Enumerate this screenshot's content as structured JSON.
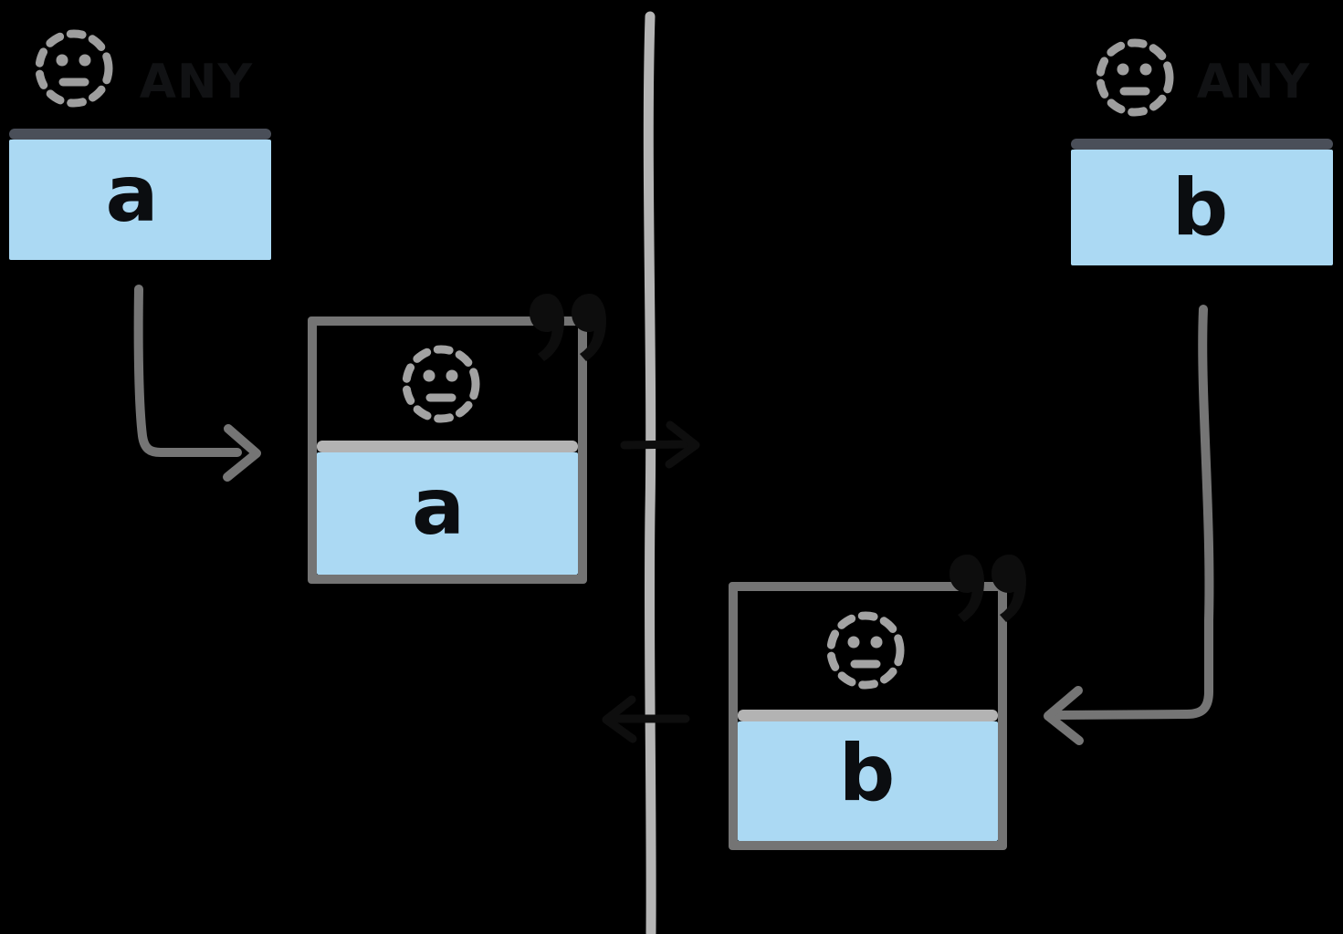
{
  "colors": {
    "background": "#000000",
    "card_blue": "#abd9f3",
    "definition_divider": "#4a4f59",
    "instance_border": "#747474",
    "instance_divider": "#b3b3b3",
    "center_line": "#b5b5b5",
    "arrow_gray": "#757575",
    "arrow_ink": "#0e0e0e",
    "face_gray": "#9e9e9e",
    "ink_on_black": "#111214",
    "letter_ink": "#0b0d10"
  },
  "cards": {
    "def_a": {
      "tag": "ANY",
      "letter": "a"
    },
    "def_b": {
      "tag": "ANY",
      "letter": "b"
    },
    "inst_a": {
      "letter": "a",
      "quote_mark": "”"
    },
    "inst_b": {
      "letter": "b",
      "quote_mark": "”"
    }
  },
  "icons": {
    "face": "dashed-circle-neutral-face-icon",
    "quote": "”"
  }
}
